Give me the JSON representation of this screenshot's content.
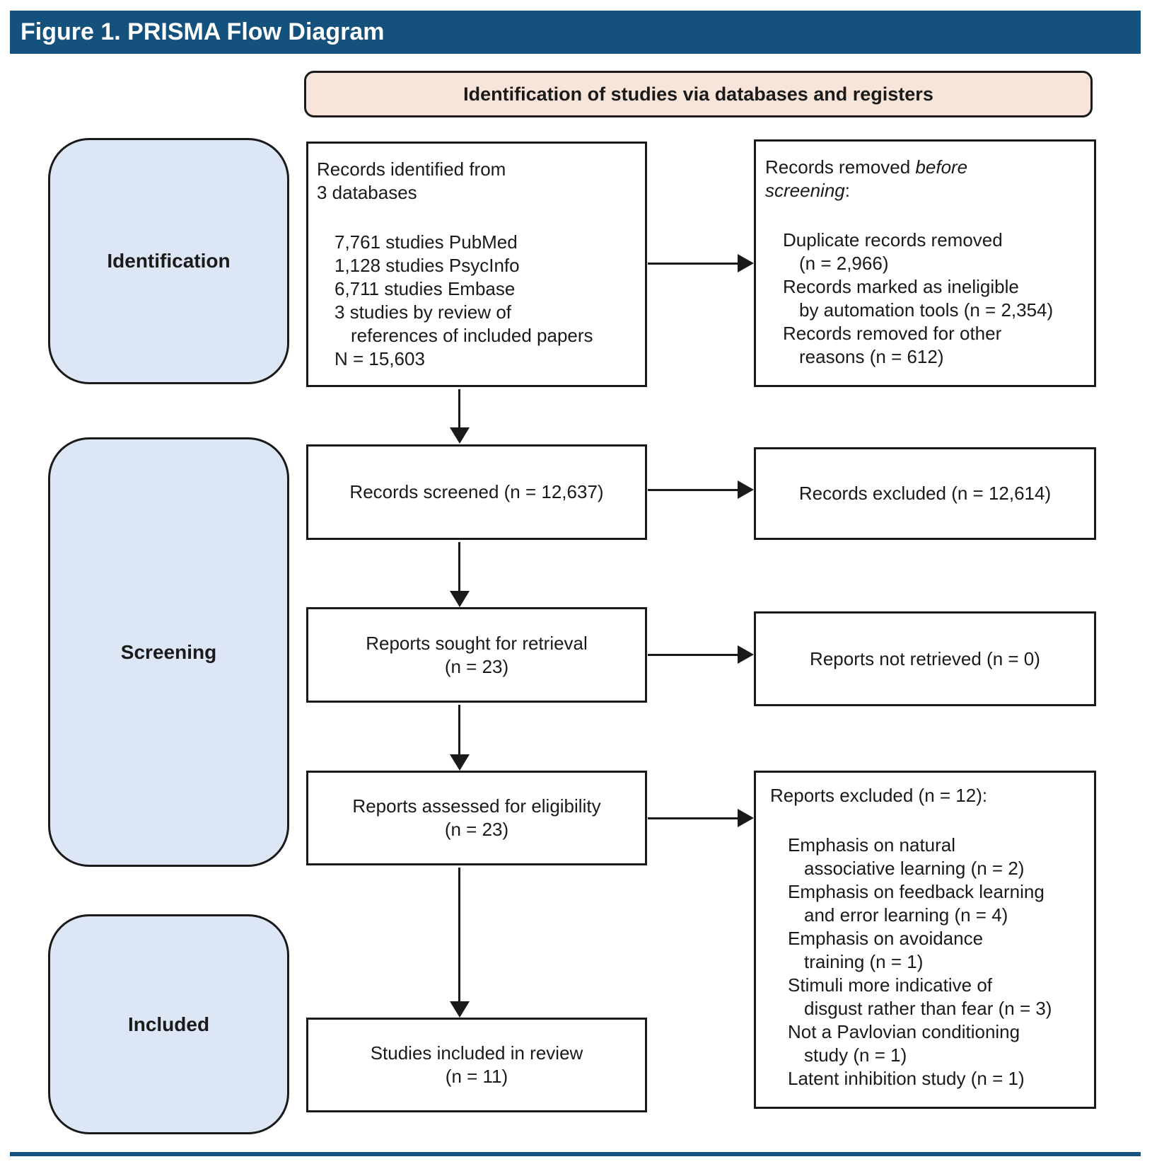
{
  "title": "Figure 1. PRISMA Flow Diagram",
  "header": "Identification of studies via databases and registers",
  "stages": [
    "Identification",
    "Screening",
    "Included"
  ],
  "colors": {
    "title_bar_blue": "#14517C",
    "stage_fill_blue": "#DCE6F5",
    "header_fill_peach": "#F8E5DA",
    "box_border": "#1A1A1A",
    "bottom_rule_blue": "#14517C"
  },
  "boxes": {
    "records_identified": {
      "lines": [
        "Records identified from",
        "3 databases"
      ],
      "items": [
        "7,761 studies PubMed",
        "1,128 studies PsycInfo",
        "6,711 studies Embase",
        "3 studies by review of",
        "references of included papers",
        "N = 15,603"
      ]
    },
    "records_removed": {
      "title_normal": "Records removed ",
      "title_italic_1": "before",
      "title_italic_2": "screening",
      "title_suffix": ":",
      "items": [
        "Duplicate records removed",
        "(n = 2,966)",
        "Records marked as ineligible",
        "by automation tools (n = 2,354)",
        "Records removed for other",
        "reasons (n = 612)"
      ]
    },
    "records_screened": "Records screened (n = 12,637)",
    "records_excluded": "Records excluded (n = 12,614)",
    "reports_sought": [
      "Reports sought for retrieval",
      "(n = 23)"
    ],
    "reports_not_retrieved": "Reports not retrieved (n = 0)",
    "reports_assessed": [
      "Reports assessed for eligibility",
      "(n = 23)"
    ],
    "reports_excluded": {
      "title": "Reports excluded (n = 12):",
      "items": [
        "Emphasis on natural",
        "associative learning (n = 2)",
        "Emphasis on feedback learning",
        "and error learning (n = 4)",
        "Emphasis on avoidance",
        "training (n = 1)",
        "Stimuli more indicative of",
        "disgust rather than fear (n = 3)",
        "Not a Pavlovian conditioning",
        "study (n = 1)",
        "Latent inhibition study (n = 1)"
      ]
    },
    "studies_included": [
      "Studies included in review",
      "(n = 11)"
    ]
  }
}
